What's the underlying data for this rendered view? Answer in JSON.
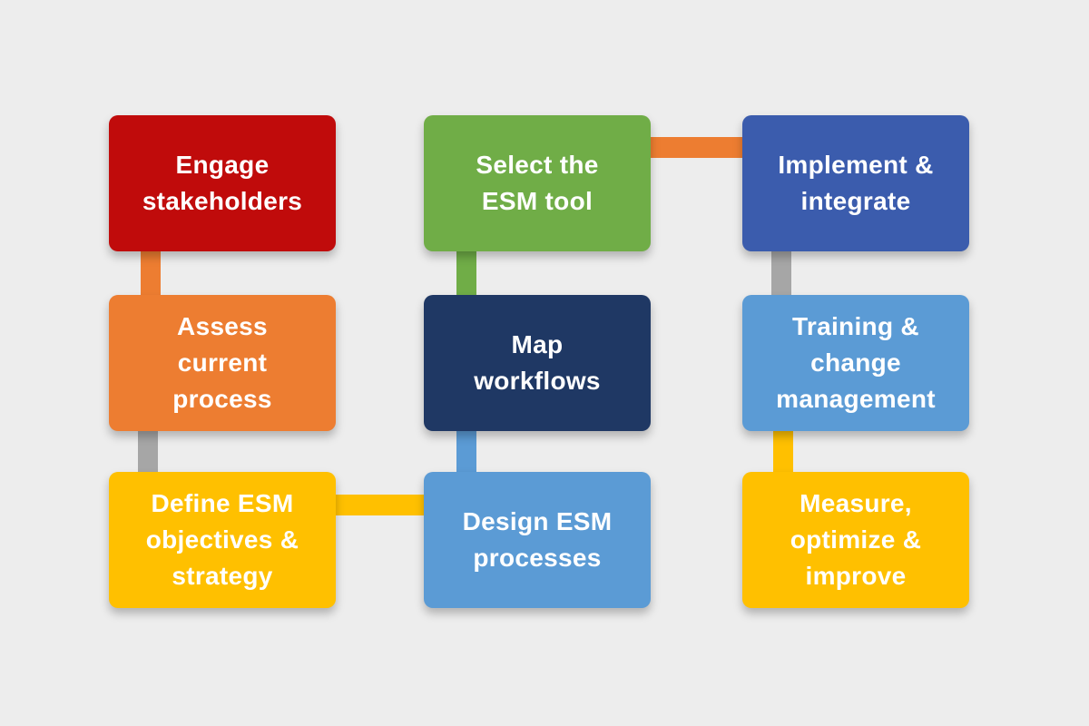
{
  "canvas": {
    "background": "#ededed"
  },
  "boxes": [
    {
      "name": "engage-stakeholders",
      "label": "Engage\nstakeholders",
      "color": "#c00b0b"
    },
    {
      "name": "assess-current-process",
      "label": "Assess\ncurrent\nprocess",
      "color": "#ed7d31"
    },
    {
      "name": "define-esm-objectives-strategy",
      "label": "Define ESM\nobjectives &\nstrategy",
      "color": "#ffc000"
    },
    {
      "name": "select-the-esm-tool",
      "label": "Select the\nESM tool",
      "color": "#70ad47"
    },
    {
      "name": "map-workflows",
      "label": "Map\nworkflows",
      "color": "#1f3864"
    },
    {
      "name": "design-esm-processes",
      "label": "Design ESM\nprocesses",
      "color": "#5b9bd5"
    },
    {
      "name": "implement-integrate",
      "label": "Implement &\nintegrate",
      "color": "#3b5cad"
    },
    {
      "name": "training-change-management",
      "label": "Training &\nchange\nmanagement",
      "color": "#5b9bd5"
    },
    {
      "name": "measure-optimize-improve",
      "label": "Measure,\noptimize &\nimprove",
      "color": "#ffc000"
    }
  ],
  "connectors": [
    {
      "name": "connector-engage-to-assess",
      "orientation": "vertical",
      "color": "#ed7d31"
    },
    {
      "name": "connector-assess-to-define",
      "orientation": "vertical",
      "color": "#a6a6a6"
    },
    {
      "name": "connector-define-to-design",
      "orientation": "horizontal",
      "color": "#ffc000"
    },
    {
      "name": "connector-design-to-map",
      "orientation": "vertical",
      "color": "#5b9bd5"
    },
    {
      "name": "connector-map-to-select",
      "orientation": "vertical",
      "color": "#70ad47"
    },
    {
      "name": "connector-select-to-implement",
      "orientation": "horizontal",
      "color": "#ed7d31"
    },
    {
      "name": "connector-implement-to-training",
      "orientation": "vertical",
      "color": "#a6a6a6"
    },
    {
      "name": "connector-training-to-measure",
      "orientation": "vertical",
      "color": "#ffc000"
    }
  ]
}
